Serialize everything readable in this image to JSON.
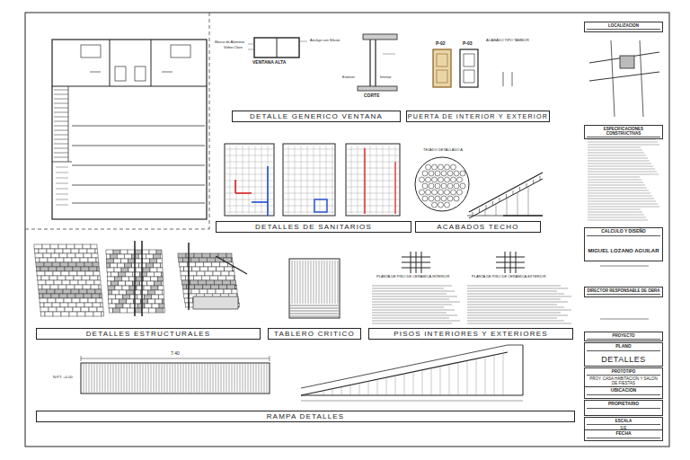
{
  "diagram": {
    "nodes": [
      {
        "text": [
          "DETALLE GENERICO VENTANA"
        ]
      },
      {
        "text": [
          "PUERTA DE INTERIOR Y EXTERIOR"
        ]
      },
      {
        "text": [
          "DETALLES DE SANITARIOS"
        ]
      },
      {
        "text": [
          "ACABADOS TECHO"
        ]
      },
      {
        "text": [
          "DETALLES ESTRUCTURALES"
        ]
      },
      {
        "text": [
          "TABLERO CRITICO"
        ]
      },
      {
        "text": [
          "PISOS INTERIORES Y EXTERIORES"
        ]
      },
      {
        "text": [
          "RAMPA DETALLES"
        ]
      },
      {
        "text": [
          "LOCALIZACION"
        ]
      },
      {
        "text": [
          "ESPECIFICACIONES CONSTRUCTIVAS"
        ]
      },
      {
        "text": [
          "CALCULO Y DISEÑO",
          "MIGUEL LOZANO AGUILAR"
        ]
      },
      {
        "text": [
          "DIRECTOR RESPONSABLE DE OBRA"
        ]
      },
      {
        "text": [
          "PROYECTO"
        ]
      },
      {
        "text": [
          "PLANO",
          "DETALLES"
        ]
      },
      {
        "text": [
          "PROTOTIPO",
          "PROY. CASA HABITACION Y SALON DE FIESTAS"
        ]
      },
      {
        "text": [
          "UBICACION"
        ]
      },
      {
        "text": [
          "PROPIETARIO"
        ]
      },
      {
        "text": [
          "ESCALA",
          "S/E"
        ]
      },
      {
        "text": [
          "FECHA"
        ]
      }
    ],
    "labels": [
      "VENTANA ALTA",
      "CORTE",
      "P-02",
      "P-03",
      "Marco de Aluminio",
      "Vidrio Claro",
      "Anclaje con Silicon",
      "Exterior",
      "Interior",
      "ACABADO TIPO TAMBOR",
      "PLANTA DE PISO DE CERAMICA INTERIOR",
      "PLANTA DE PISO DE CERAMICA EXTERIOR",
      "TEJADO DETALLADO A",
      "7.40",
      "N.P.T. +0.00"
    ]
  }
}
